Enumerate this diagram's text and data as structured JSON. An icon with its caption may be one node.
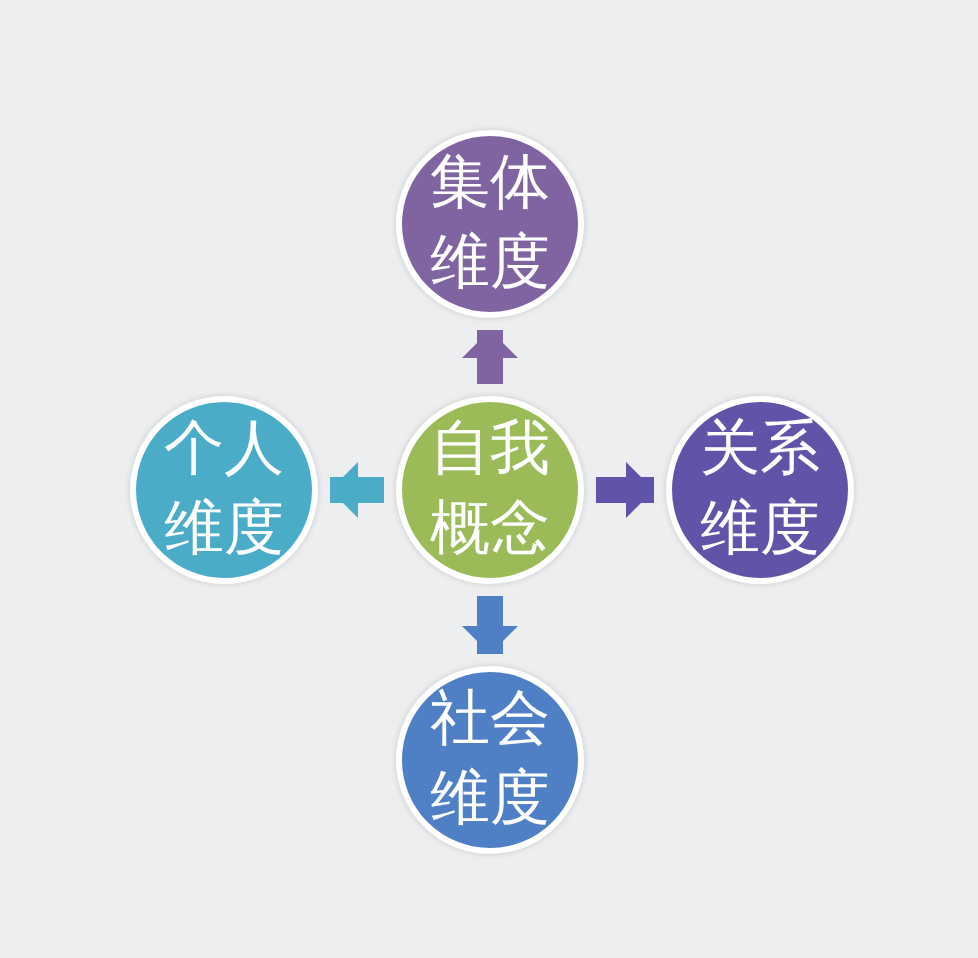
{
  "diagram": {
    "nodes": [
      {
        "text": [
          "集体维度"
        ]
      },
      {
        "text": [
          "个人维度"
        ]
      },
      {
        "text": [
          "自我概念"
        ]
      },
      {
        "text": [
          "关系维度"
        ]
      },
      {
        "text": [
          "社会维度"
        ]
      }
    ],
    "edges": [
      {
        "from": 2,
        "to": 0,
        "arrow": "to",
        "color": "#8064a2"
      },
      {
        "from": 2,
        "to": 1,
        "arrow": "to",
        "color": "#4aacc6"
      },
      {
        "from": 2,
        "to": 3,
        "arrow": "to",
        "color": "#5f54a8"
      },
      {
        "from": 2,
        "to": 4,
        "arrow": "to",
        "color": "#4f7fc4"
      }
    ]
  }
}
